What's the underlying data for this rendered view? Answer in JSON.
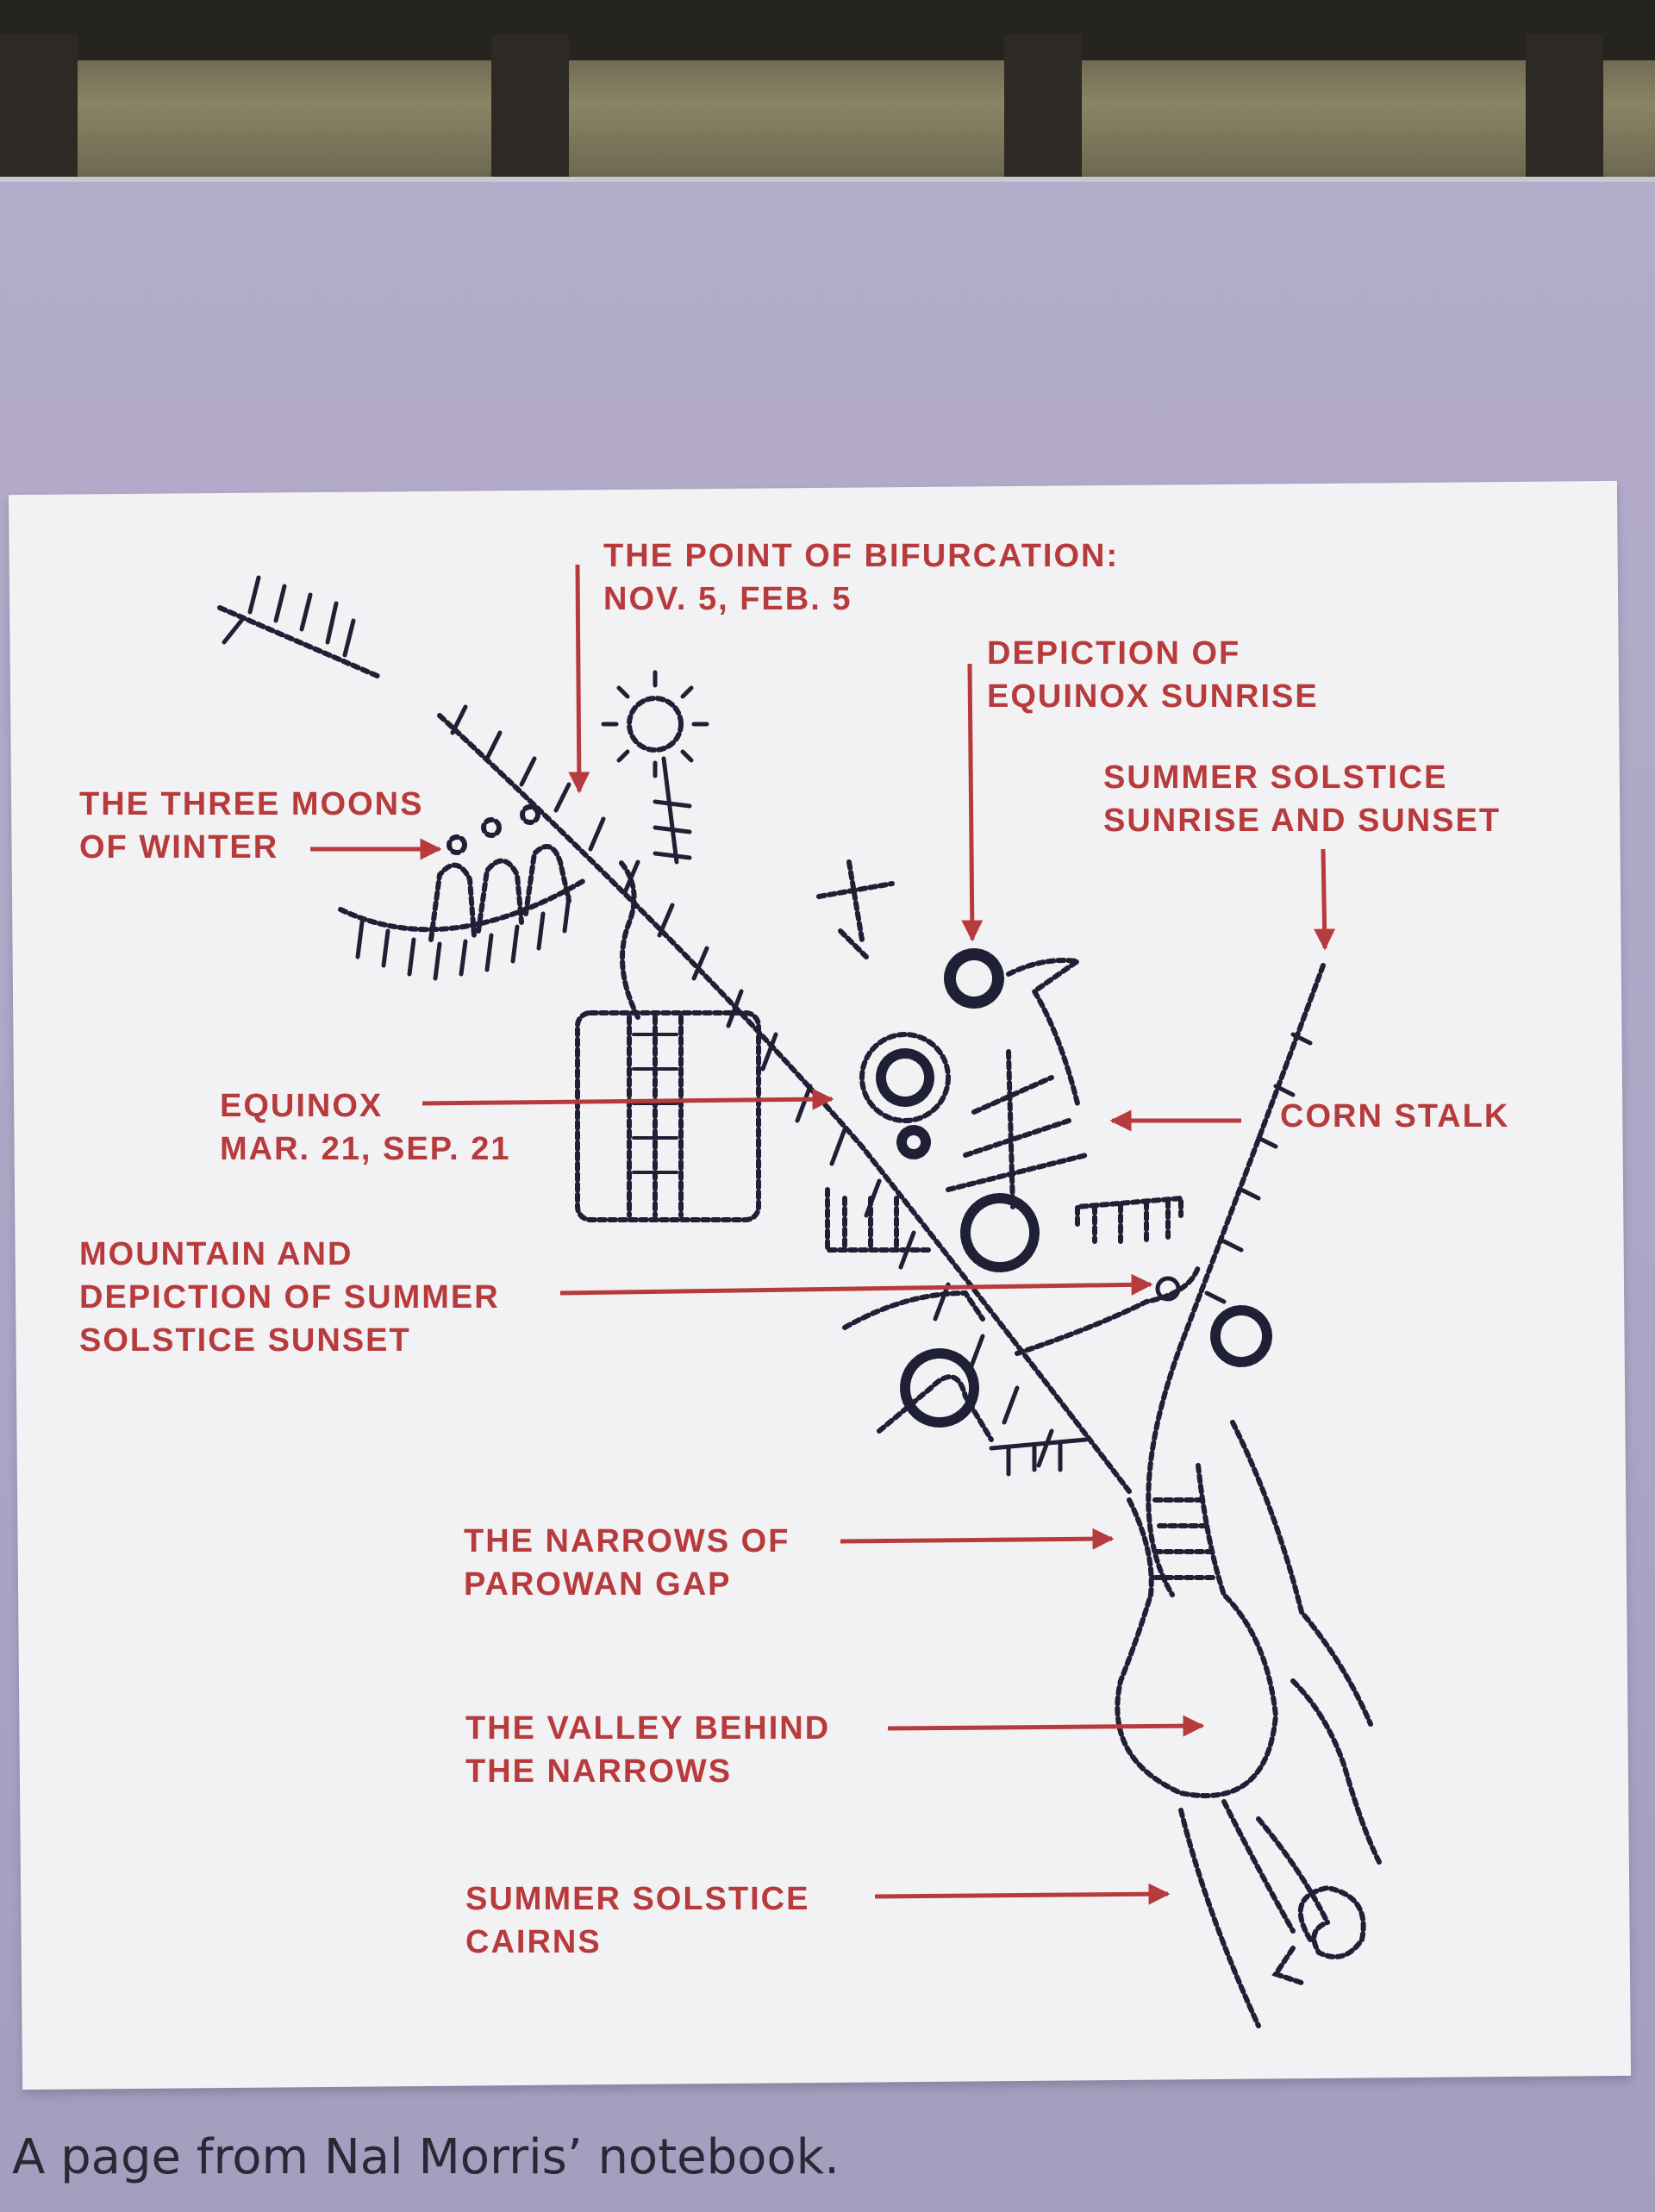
{
  "labels": {
    "bifurcation_1": "THE POINT OF BIFURCATION:",
    "bifurcation_2": "NOV. 5, FEB. 5",
    "equinox_sunrise_1": "DEPICTION OF",
    "equinox_sunrise_2": "EQUINOX SUNRISE",
    "solstice_sun_1": "SUMMER SOLSTICE",
    "solstice_sun_2": "SUNRISE AND SUNSET",
    "moons_1": "THE THREE MOONS",
    "moons_2": "OF WINTER",
    "equinox_1": "EQUINOX",
    "equinox_2": "MAR. 21, SEP. 21",
    "corn": "CORN STALK",
    "mountain_1": "MOUNTAIN AND",
    "mountain_2": "DEPICTION OF SUMMER",
    "mountain_3": "SOLSTICE SUNSET",
    "narrows_1": "THE NARROWS OF",
    "narrows_2": "PAROWAN GAP",
    "valley_1": "THE VALLEY BEHIND",
    "valley_2": "THE NARROWS",
    "cairns_1": "SUMMER SOLSTICE",
    "cairns_2": "CAIRNS"
  },
  "caption": "A page from Nal Morris’ notebook.",
  "colors": {
    "label_red": "#b73a3c",
    "panel_lavender": "#aea6c6",
    "card_white": "#f2f1f3",
    "ink": "#1f2035"
  }
}
